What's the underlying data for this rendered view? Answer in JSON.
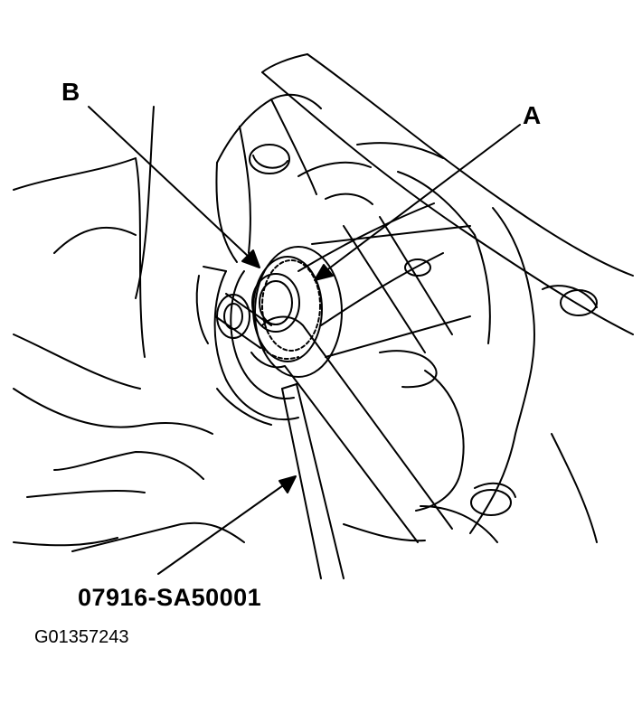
{
  "labels": {
    "a": "A",
    "b": "B",
    "tool_number": "07916-SA50001",
    "figure_code": "G01357243"
  },
  "colors": {
    "line": "#000000",
    "background": "#ffffff"
  }
}
